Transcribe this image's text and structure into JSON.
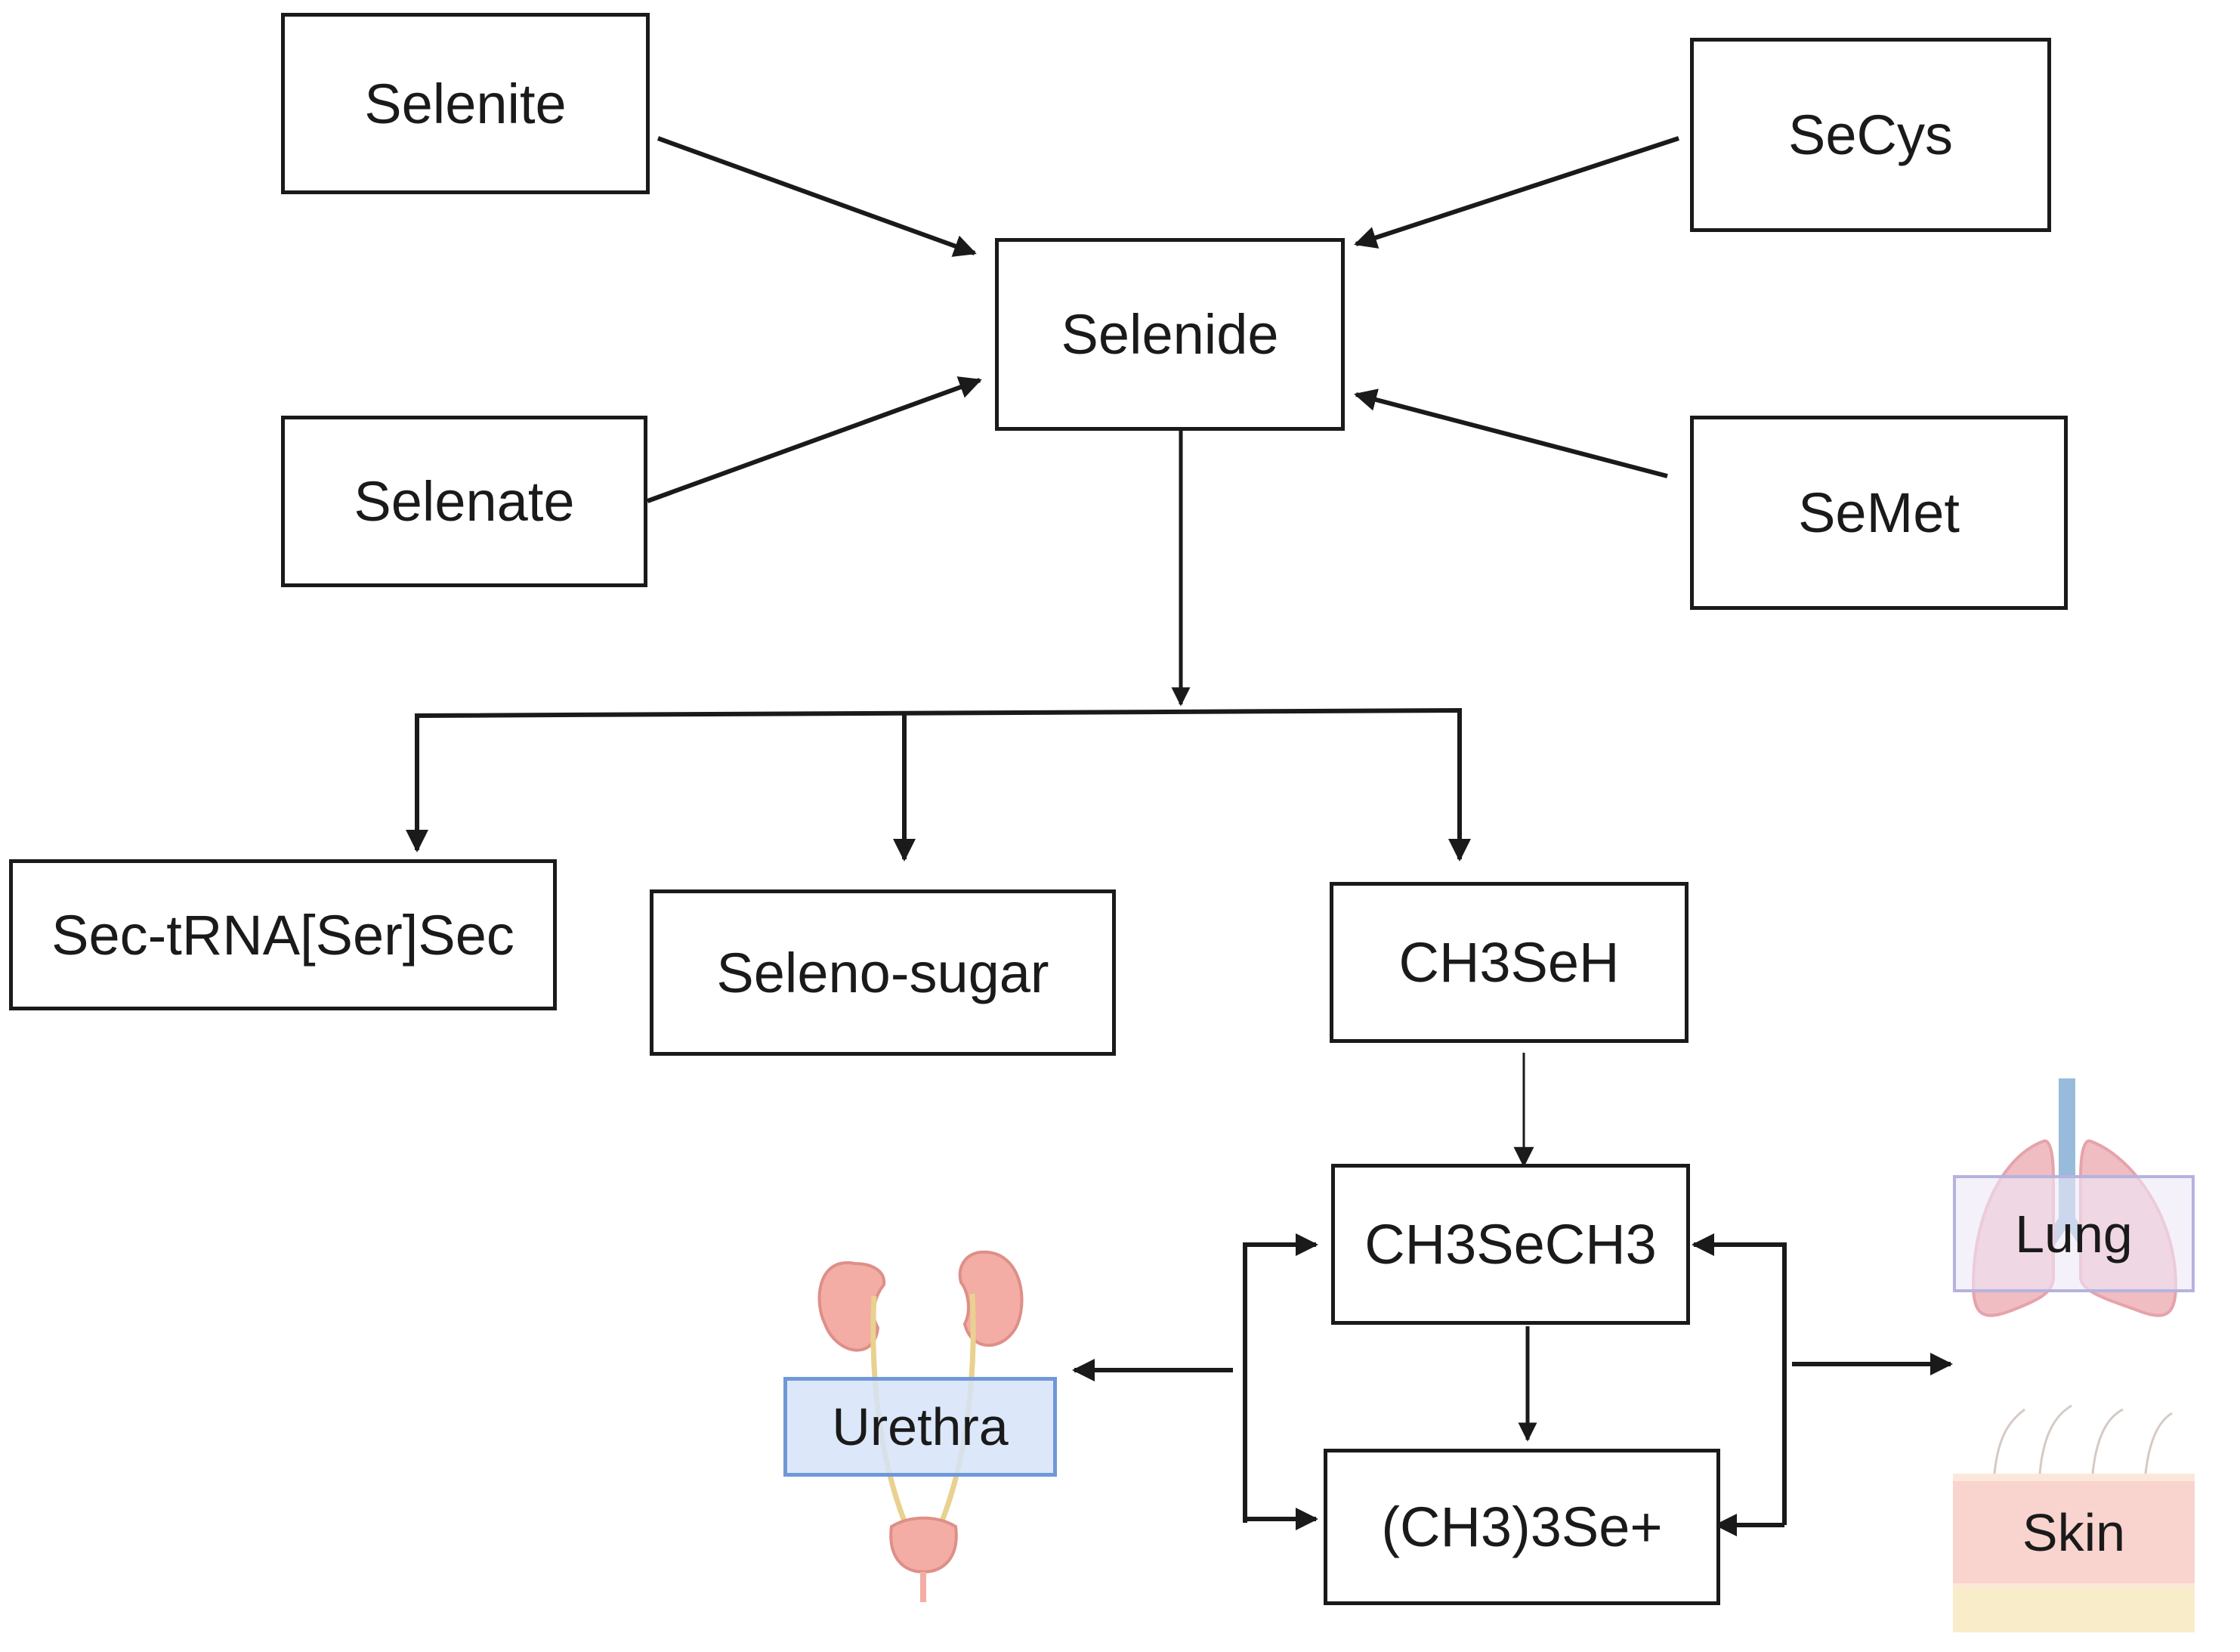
{
  "nodes": {
    "selenite": "Selenite",
    "secys": "SeCys",
    "selenide": "Selenide",
    "selenate": "Selenate",
    "semet": "SeMet",
    "sec_trna": "Sec-tRNA[Ser]Sec",
    "seleno_sugar": "Seleno-sugar",
    "ch3seh": "CH3SeH",
    "ch3sech3": "CH3SeCH3",
    "trimethyl": "(CH3)3Se+"
  },
  "organs": {
    "urethra": "Urethra",
    "lung": "Lung",
    "skin": "Skin"
  },
  "colors": {
    "stroke": "#1a1a1a",
    "urethra_border": "#6f98d8",
    "kidney": "#f3a9a0",
    "ureter": "#e8cf8a",
    "lung": "#efb6bd",
    "trachea": "#8fb4d8",
    "skin": "#f7cecb"
  }
}
